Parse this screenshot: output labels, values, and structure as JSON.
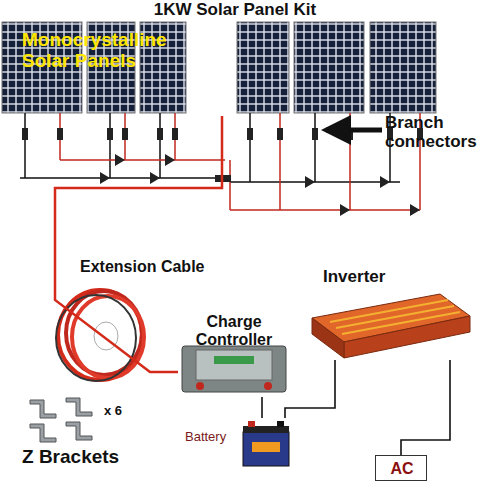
{
  "diagram": {
    "title": "1KW Solar Panel Kit",
    "nodes": [
      {
        "text": [
          "Monocrystalline Solar Panels"
        ]
      },
      {
        "text": [
          "Charge Controller"
        ]
      },
      {
        "text": [
          "Inverter"
        ]
      },
      {
        "text": [
          "Battery"
        ]
      },
      {
        "text": [
          "AC"
        ]
      }
    ],
    "edges": [
      {
        "from": 0,
        "to": 1,
        "arrow": "none"
      },
      {
        "from": 1,
        "to": 3,
        "arrow": "none"
      },
      {
        "from": 3,
        "to": 2,
        "arrow": "none"
      },
      {
        "from": 2,
        "to": 4,
        "arrow": "none"
      }
    ],
    "labels": [
      "Branch connectors",
      "Extension Cable",
      "x 6",
      "Z Brackets"
    ]
  }
}
